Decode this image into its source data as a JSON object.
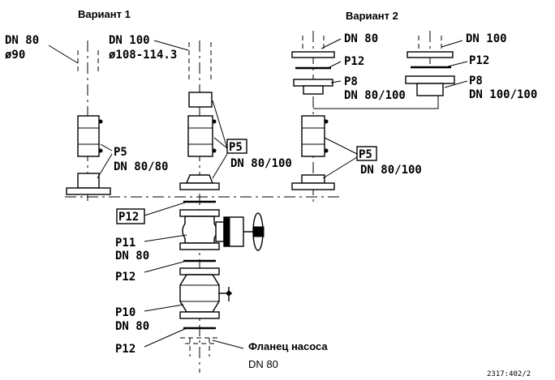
{
  "variant1": {
    "title": "Вариант 1",
    "left_dn": "DN 80",
    "left_dia": "ø90",
    "mid_dn": "DN 100",
    "mid_dia": "ø108-114.3",
    "p5_left": "P5",
    "p5_left_dn": "DN 80/80",
    "p5_mid": "P5",
    "p5_mid_dn": "DN 80/100"
  },
  "variant2": {
    "title": "Вариант 2",
    "a_dn": "DN 80",
    "a_p12": "P12",
    "a_p8": "P8",
    "a_p8_dn": "DN 80/100",
    "b_dn": "DN 100",
    "b_p12": "P12",
    "b_p8": "P8",
    "b_p8_dn": "DN 100/100",
    "p5": "P5",
    "p5_dn": "DN 80/100"
  },
  "stack": {
    "p12_box": "P12",
    "p11": "P11",
    "p11_dn": "DN 80",
    "p12_a": "P12",
    "p10": "P10",
    "p10_dn": "DN 80",
    "p12_b": "P12",
    "pump_flange": "Фланец насоса",
    "pump_dn": "DN 80"
  },
  "drawing_number": "2317:402/2"
}
